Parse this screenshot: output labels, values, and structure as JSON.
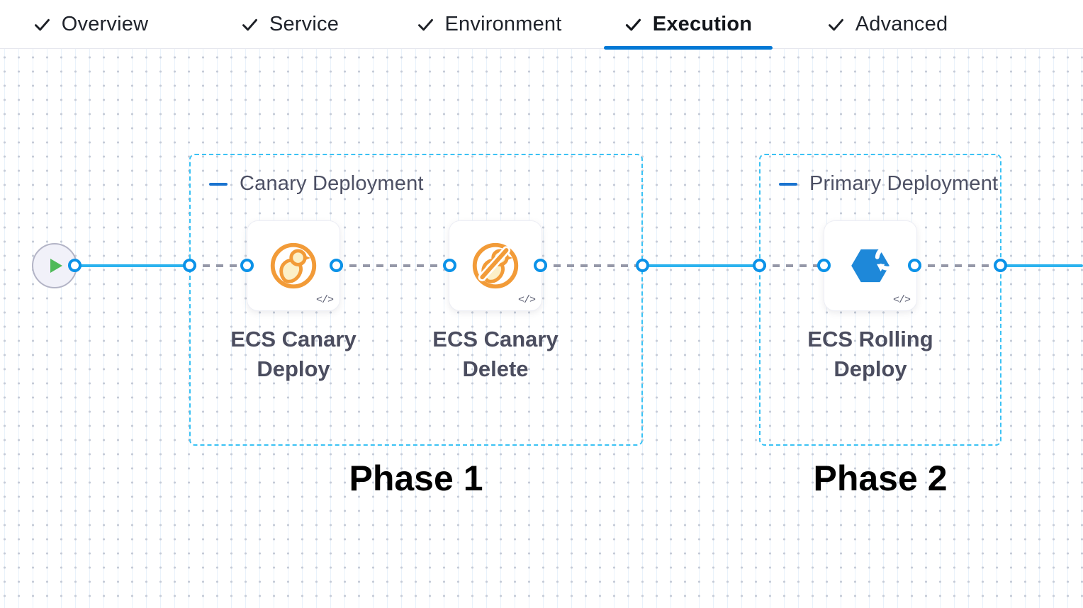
{
  "tabs": [
    {
      "label": "Overview",
      "checked": true,
      "active": false
    },
    {
      "label": "Service",
      "checked": true,
      "active": false
    },
    {
      "label": "Environment",
      "checked": true,
      "active": false
    },
    {
      "label": "Execution",
      "checked": true,
      "active": true
    },
    {
      "label": "Advanced",
      "checked": true,
      "active": false
    }
  ],
  "canvas": {
    "groups": [
      {
        "title": "Canary Deployment",
        "phase": "Phase 1",
        "steps": [
          {
            "name": "ECS Canary Deploy",
            "icon": "ecs-canary-deploy-icon"
          },
          {
            "name": "ECS Canary Delete",
            "icon": "ecs-canary-delete-icon"
          }
        ]
      },
      {
        "title": "Primary Deployment",
        "phase": "Phase 2",
        "steps": [
          {
            "name": "ECS Rolling Deploy",
            "icon": "ecs-rolling-deploy-icon"
          }
        ]
      }
    ],
    "code_badge": "</>"
  },
  "colors": {
    "accent_blue": "#0278d5",
    "flow_line_blue": "#2bb2ee",
    "connector_ring_blue": "#0b92e8",
    "group_border_cyan": "#3bc2f4",
    "dashed_gray": "#9598a8",
    "canary_orange": "#f29b38",
    "ecs_blue": "#1e88d9",
    "play_green": "#4fba58",
    "text_dark": "#1f232b",
    "text_slate": "#4b4d5f"
  }
}
